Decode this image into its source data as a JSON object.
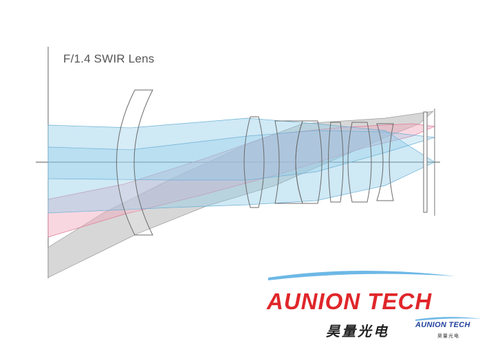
{
  "title": "F/1.4 SWIR Lens",
  "logo": {
    "name": "AUNION TECH",
    "chinese": "昊量光电",
    "name_small": "AUNION TECH",
    "chinese_small": "昊量光电"
  },
  "colors": {
    "beam_blue": "#8ccbe8",
    "beam_pink": "#f2a7bd",
    "beam_gray": "#b6b6b6",
    "lens_outline": "#6a6a6a",
    "brand_red": "#e0262a",
    "brand_blue": "#1f3f9c",
    "swoosh_blue": "#6db8e6"
  }
}
